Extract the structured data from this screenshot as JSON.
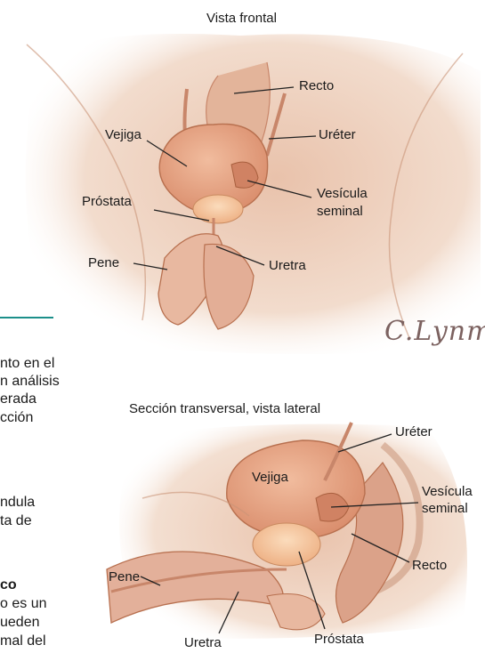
{
  "colors": {
    "skin_bg": "#efd6c6",
    "skin_dark": "#c99478",
    "organ": "#e7a283",
    "prostate": "#f2c29a",
    "line": "#222222",
    "teal_rule": "#1c8f8a"
  },
  "frontal_view": {
    "title": "Vista frontal",
    "labels": {
      "recto": "Recto",
      "ureter": "Uréter",
      "vejiga": "Vejiga",
      "vesicula_line1": "Vesícula",
      "vesicula_line2": "seminal",
      "prostata": "Próstata",
      "pene": "Pene",
      "uretra": "Uretra"
    },
    "signature": "C.Lynm"
  },
  "lateral_view": {
    "title": "Sección transversal, vista lateral",
    "labels": {
      "ureter": "Uréter",
      "vejiga": "Vejiga",
      "vesicula_line1": "Vesícula",
      "vesicula_line2": "seminal",
      "recto": "Recto",
      "pene": "Pene",
      "uretra": "Uretra",
      "prostata": "Próstata"
    }
  },
  "side_text": {
    "lines": [
      "nto en el",
      "n análisis",
      "erada",
      "cción",
      "",
      "ndula",
      "ta de",
      "",
      "co",
      "o es un",
      "ueden",
      "mal del"
    ]
  }
}
